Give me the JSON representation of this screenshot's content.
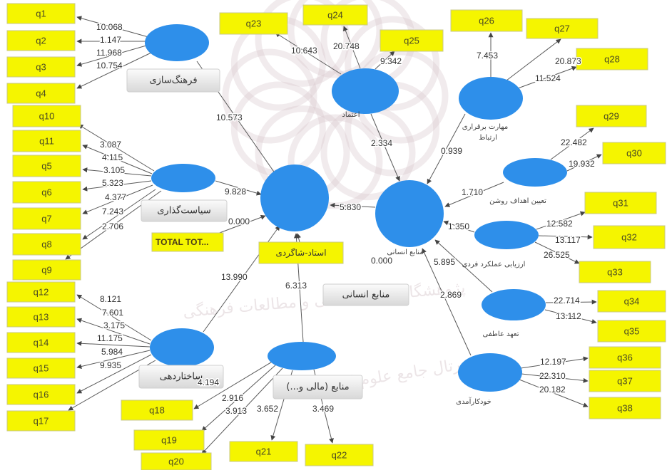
{
  "colors": {
    "indicator_fill": "#f5f500",
    "construct_fill": "#2e8fea",
    "label_fill_top": "#fbfbfb",
    "label_fill_bottom": "#d8d8d8",
    "watermark": "#d6c6cc",
    "edge": "#5a5a5a"
  },
  "indicators": {
    "q1": "q1",
    "q2": "q2",
    "q3": "q3",
    "q4": "q4",
    "q5": "q5",
    "q6": "q6",
    "q7": "q7",
    "q8": "q8",
    "q9": "q9",
    "q10": "q10",
    "q11": "q11",
    "q12": "q12",
    "q13": "q13",
    "q14": "q14",
    "q15": "q15",
    "q16": "q16",
    "q17": "q17",
    "q18": "q18",
    "q19": "q19",
    "q20": "q20",
    "q21": "q21",
    "q22": "q22",
    "q23": "q23",
    "q24": "q24",
    "q25": "q25",
    "q26": "q26",
    "q27": "q27",
    "q28": "q28",
    "q29": "q29",
    "q30": "q30",
    "q31": "q31",
    "q32": "q32",
    "q33": "q33",
    "q34": "q34",
    "q35": "q35",
    "q36": "q36",
    "q37": "q37",
    "q38": "q38"
  },
  "special_boxes": {
    "total": "TOTAL TOT...",
    "mentor": "استاد-شاگردی"
  },
  "constructs": {
    "culture": "فرهنگ‌سازی",
    "policy": "سیاست‌گذاری",
    "structuring": "ساختاردهی",
    "resources": "منابع (مالی و...)",
    "human_resources": "منابع انسانی",
    "human_resources_small": "منابع انسانی",
    "trust": "اعتماد",
    "communication_line1": "مهارت برقراری",
    "communication_line2": "ارتباط",
    "clear_goals": "تعیین اهداف روشن",
    "performance_evaluation": "ارزیابی عملکرد فردی",
    "affective_commitment": "تعهد عاطفی",
    "self_efficacy": "خودکارآمدی"
  },
  "path_values": {
    "culture": {
      "q1": "10.068",
      "q2": "1.147",
      "q3": "11.968",
      "q4": "10.754",
      "to_center": "10.573"
    },
    "policy": {
      "q10": "3.087",
      "q11": "4.115",
      "q5": "3.105",
      "q6": "5.323",
      "q7": "4.377",
      "q8": "7.243",
      "q9": "2.706",
      "to_center": "9.828"
    },
    "total": {
      "to_center": "0.000"
    },
    "structuring": {
      "q12": "8.121",
      "q13": "7.601",
      "q14": "3.175",
      "q15": "11.175",
      "q16": "5.984",
      "q17": "9.935",
      "to_center": "13.990"
    },
    "resources": {
      "to_center": "6.313",
      "q18": "4.194",
      "q19": "2.916",
      "q20": "3.913",
      "q21": "3.652",
      "q22": "3.469"
    },
    "trust": {
      "q23": "10.643",
      "q24": "20.748",
      "q25": "9.342",
      "to_human": "2.334"
    },
    "communication": {
      "q26": "7.453",
      "q27": "20.873",
      "q28": "11.524",
      "to_human": "0.939"
    },
    "goals": {
      "q29": "22.482",
      "q30": "19.932",
      "to_human": "1.710"
    },
    "evaluation": {
      "q31": "12.582",
      "q32": "13.117",
      "q33": "26.525",
      "to_human": "1.350"
    },
    "commitment": {
      "q34": "22.714",
      "q35": "13.112",
      "to_human": "5.895"
    },
    "self_efficacy": {
      "q36": "12.197",
      "q37": "22.310",
      "q38": "20.182",
      "to_human": "2.869"
    },
    "human": {
      "to_center": "5.830",
      "indicator": "0.000"
    }
  },
  "watermark": {
    "line1": "پژوهشگاه علوم انسانی و مطالعات فرهنگی",
    "line2": "پرتال جامع علوم انسانی"
  }
}
